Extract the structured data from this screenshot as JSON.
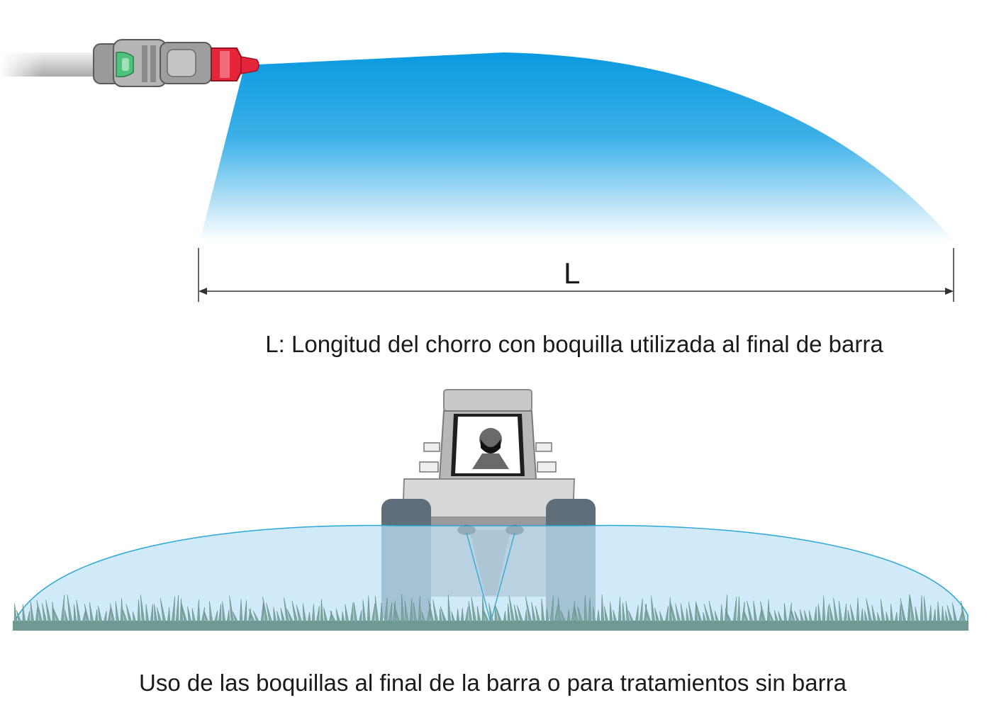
{
  "dimension": {
    "label": "L"
  },
  "captions": {
    "top": "L: Longitud del chorro con boquilla utilizada al final de barra",
    "bottom": "Uso de las boquillas al final de la barra o para tratamientos sin barra"
  },
  "colors": {
    "jet_blue": "#0a9ae0",
    "spray_light": "#cfe9f8",
    "spray_outline": "#2aa7d6",
    "nozzle_red": "#e3263a",
    "nozzle_green": "#3fb36b",
    "tractor_grey": "#8a8a8a",
    "wheel": "#5f6f7a",
    "grass": "#6f9a93"
  },
  "icons": {
    "nozzle": "nozzle-icon",
    "tractor": "tractor-icon",
    "driver": "driver-icon"
  }
}
